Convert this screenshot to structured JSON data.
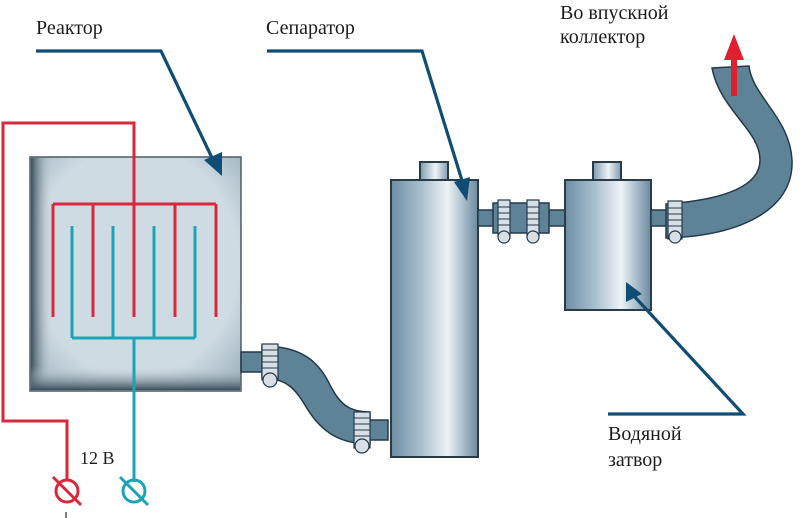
{
  "diagram": {
    "title": "Hydrogen generator connection scheme",
    "labels": {
      "reactor": "Реактор",
      "separator": "Сепаратор",
      "intake_line1": "Во впускной",
      "intake_line2": "коллектор",
      "water_seal_line1": "Водяной",
      "water_seal_line2": "затвор",
      "voltage": "12 В"
    },
    "components": [
      "reactor",
      "separator",
      "water-seal",
      "intake-hose"
    ],
    "electrodes": {
      "positive_plates": 5,
      "negative_plates": 4
    },
    "colors": {
      "positive_wire": "#d8283b",
      "negative_wire": "#1ba3b8",
      "leader_line": "#0f4d74",
      "hose": "#5f8396",
      "flow_arrow": "#e0202e"
    }
  }
}
